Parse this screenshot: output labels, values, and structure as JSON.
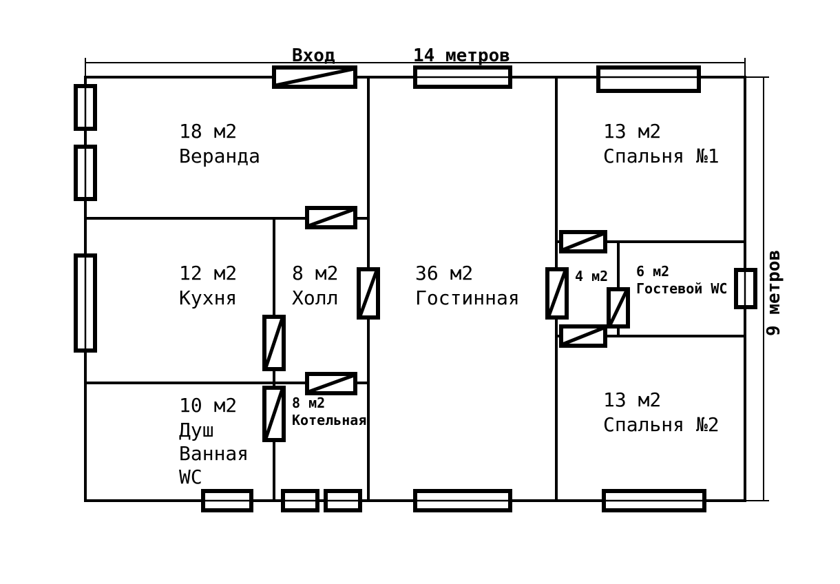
{
  "plan": {
    "entrance_label": "Вход",
    "width_label": "14 метров",
    "height_label": "9 метров",
    "stroke_color": "#000000",
    "background_color": "#ffffff"
  },
  "rooms": [
    {
      "area": "18 м2",
      "name": "Веранда"
    },
    {
      "area": "12 м2",
      "name": "Кухня"
    },
    {
      "area": "8 м2",
      "name": "Холл"
    },
    {
      "area": "10 м2",
      "name": "Душ",
      "name2": "Ванная",
      "name3": "WC"
    },
    {
      "area": "8 м2",
      "name": "Котельная"
    },
    {
      "area": "36 м2",
      "name": "Гостинная"
    },
    {
      "area": "13 м2",
      "name": "Спальня №1"
    },
    {
      "area": "4 м2"
    },
    {
      "area": "6 м2",
      "name": "Гостевой WC"
    },
    {
      "area": "13 м2",
      "name": "Спальня №2"
    }
  ]
}
